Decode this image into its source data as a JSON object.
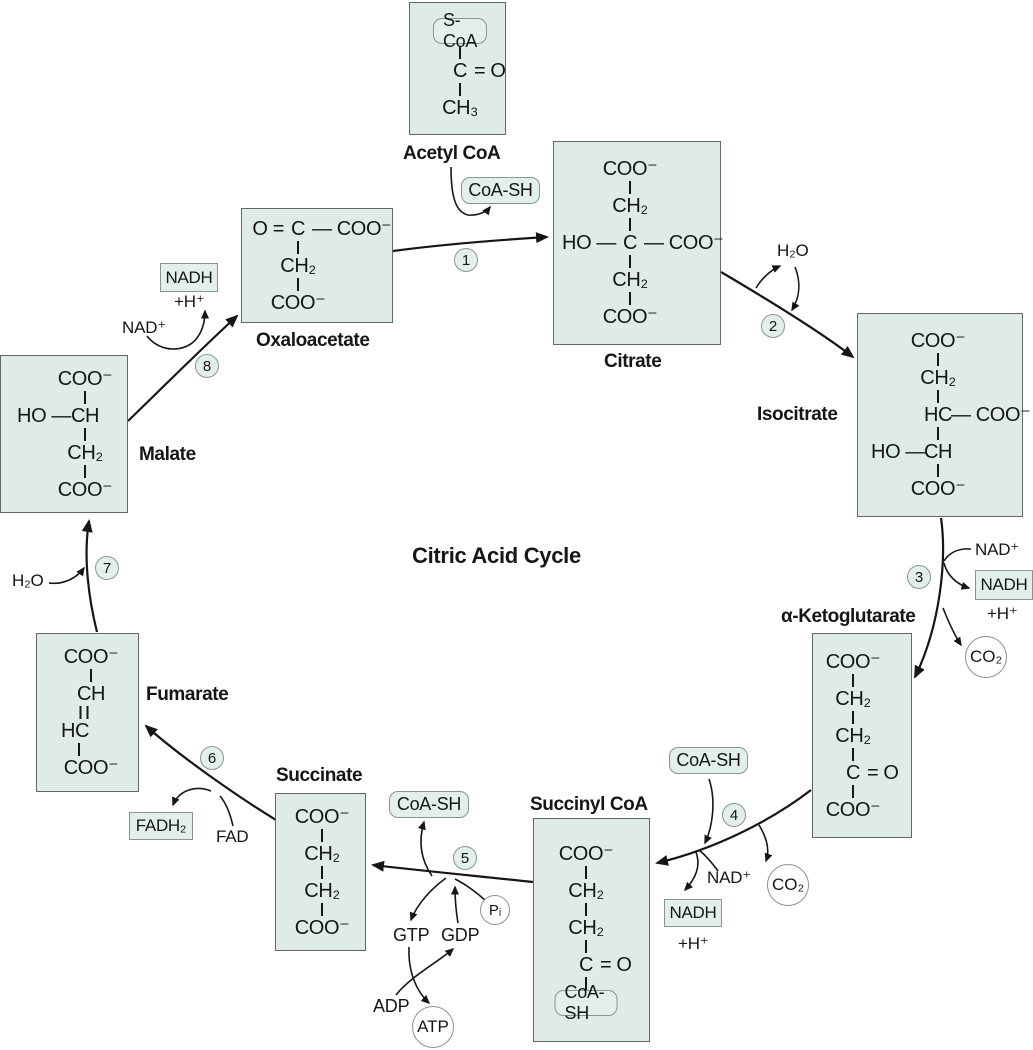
{
  "title": "Citric Acid Cycle",
  "colors": {
    "molecule_fill": "#deebe9",
    "molecule_border": "#5f6a68",
    "cofactor_fill": "#e3efed",
    "cofactor_border": "#899593",
    "ink": "#161616"
  },
  "steps": [
    "1",
    "2",
    "3",
    "4",
    "5",
    "6",
    "7",
    "8"
  ],
  "cofactors": {
    "coa_sh": "CoA-SH",
    "nad": "NAD⁺",
    "nadh": "NADH",
    "plus_h": "+H⁺",
    "h2o": "H₂O",
    "co2": "CO₂",
    "fad": "FAD",
    "fadh2": "FADH₂",
    "gtp": "GTP",
    "gdp": "GDP",
    "adp": "ADP",
    "atp": "ATP",
    "pi": "Pᵢ"
  },
  "molecules": {
    "acetyl_coa": {
      "name": "Acetyl CoA",
      "rows": [
        {
          "c": "S-CoA"
        },
        {
          "c": "C",
          "r": "= O"
        },
        {
          "c": "CH₃"
        }
      ]
    },
    "oxaloacetate": {
      "name": "Oxaloacetate",
      "rows": [
        {
          "l": "O =",
          "c": "C",
          "r": "— COO⁻"
        },
        {
          "c": "CH₂"
        },
        {
          "c": "COO⁻"
        }
      ]
    },
    "citrate": {
      "name": "Citrate",
      "rows": [
        {
          "c": "COO⁻"
        },
        {
          "c": "CH₂"
        },
        {
          "l": "HO —",
          "c": "C",
          "r": "— COO⁻"
        },
        {
          "c": "CH₂"
        },
        {
          "c": "COO⁻"
        }
      ]
    },
    "isocitrate": {
      "name": "Isocitrate",
      "rows": [
        {
          "c": "COO⁻"
        },
        {
          "c": "CH₂"
        },
        {
          "c": "HC",
          "r": "— COO⁻"
        },
        {
          "l": "HO —",
          "c": "CH"
        },
        {
          "c": "COO⁻"
        }
      ]
    },
    "alpha_ketoglutarate": {
      "name": "α-Ketoglutarate",
      "rows": [
        {
          "c": "COO⁻"
        },
        {
          "c": "CH₂"
        },
        {
          "c": "CH₂"
        },
        {
          "c": "C",
          "r": "= O"
        },
        {
          "c": "COO⁻"
        }
      ]
    },
    "succinyl_coa": {
      "name": "Succinyl CoA",
      "rows": [
        {
          "c": "COO⁻"
        },
        {
          "c": "CH₂"
        },
        {
          "c": "CH₂"
        },
        {
          "c": "C",
          "r": "= O"
        },
        {
          "c": "CoA-SH"
        }
      ]
    },
    "succinate": {
      "name": "Succinate",
      "rows": [
        {
          "c": "COO⁻"
        },
        {
          "c": "CH₂"
        },
        {
          "c": "CH₂"
        },
        {
          "c": "COO⁻"
        }
      ]
    },
    "fumarate": {
      "name": "Fumarate",
      "rows": [
        {
          "c": "COO⁻"
        },
        {
          "c": "CH"
        },
        {
          "c": "HC"
        },
        {
          "c": "COO⁻"
        }
      ]
    },
    "malate": {
      "name": "Malate",
      "rows": [
        {
          "c": "COO⁻"
        },
        {
          "l": "HO —",
          "c": "CH"
        },
        {
          "c": "CH₂"
        },
        {
          "c": "COO⁻"
        }
      ]
    }
  }
}
